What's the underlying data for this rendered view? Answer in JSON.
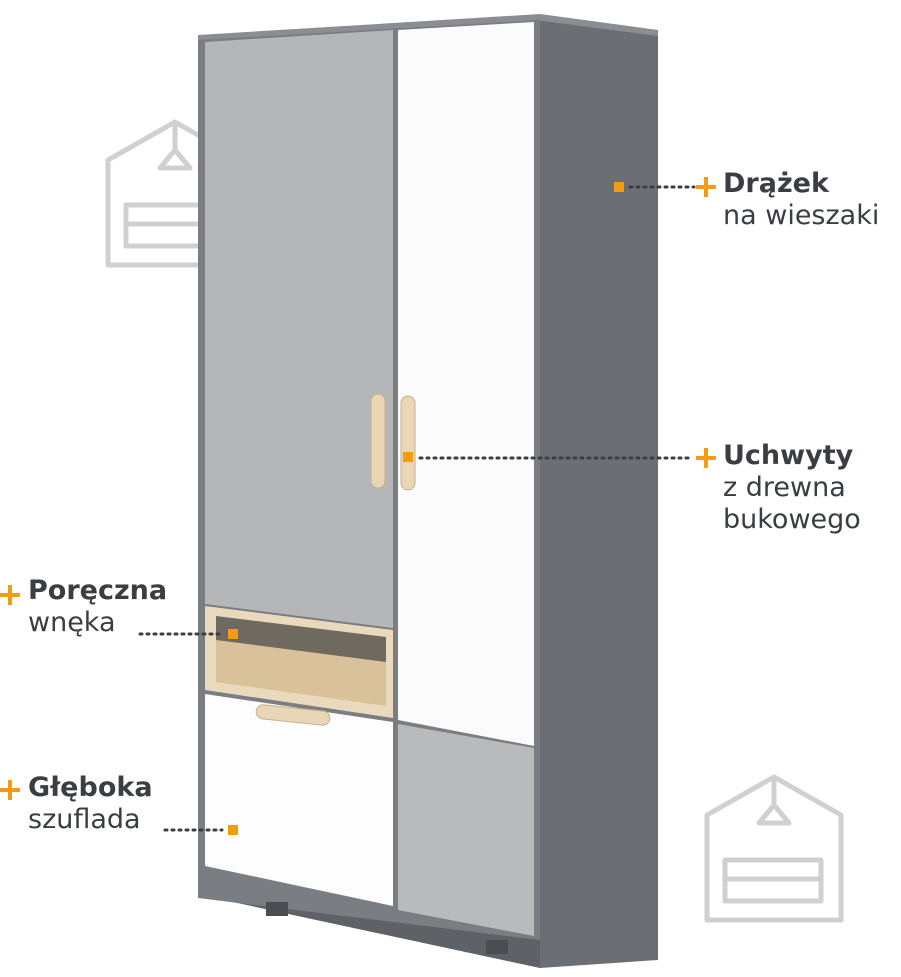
{
  "colors": {
    "accent": "#f39c12",
    "carcass": "#6b6e72",
    "door_grey": "#b4b6b8",
    "door_white": "#ffffff",
    "wood": "#e6d3b3",
    "text": "#3a3d42"
  },
  "callouts": {
    "drazek": {
      "title": "Drążek",
      "lines": [
        "na wieszaki"
      ]
    },
    "uchwyty": {
      "title": "Uchwyty",
      "lines": [
        "z drewna",
        "bukowego"
      ]
    },
    "poreczna": {
      "title": "Poręczna",
      "lines": [
        "wnęka"
      ]
    },
    "gleboka": {
      "title": "Głęboka",
      "lines": [
        "szuflada"
      ]
    }
  },
  "icons": {
    "watermark": "house-sofa-icon",
    "marker": "plus-icon"
  }
}
